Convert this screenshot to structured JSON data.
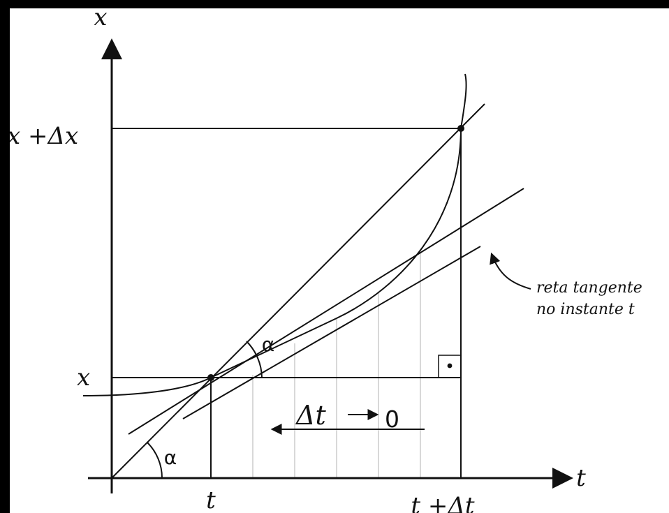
{
  "diagram": {
    "labels": {
      "x_axis": "t",
      "y_axis": "x",
      "x_value": "x",
      "x_plus_delta": "x +Δx",
      "t_value": "t",
      "t_plus_delta": "t +Δt",
      "alpha_top": "α",
      "alpha_bottom": "α",
      "delta_limit": "Δt",
      "zero": "0"
    },
    "note": {
      "line1": "reta tangente",
      "line2": "no instante t"
    },
    "colors": {
      "background": "#000000",
      "paper": "#ffffff",
      "ink": "#111111",
      "grid": "#bdbdbd"
    }
  }
}
